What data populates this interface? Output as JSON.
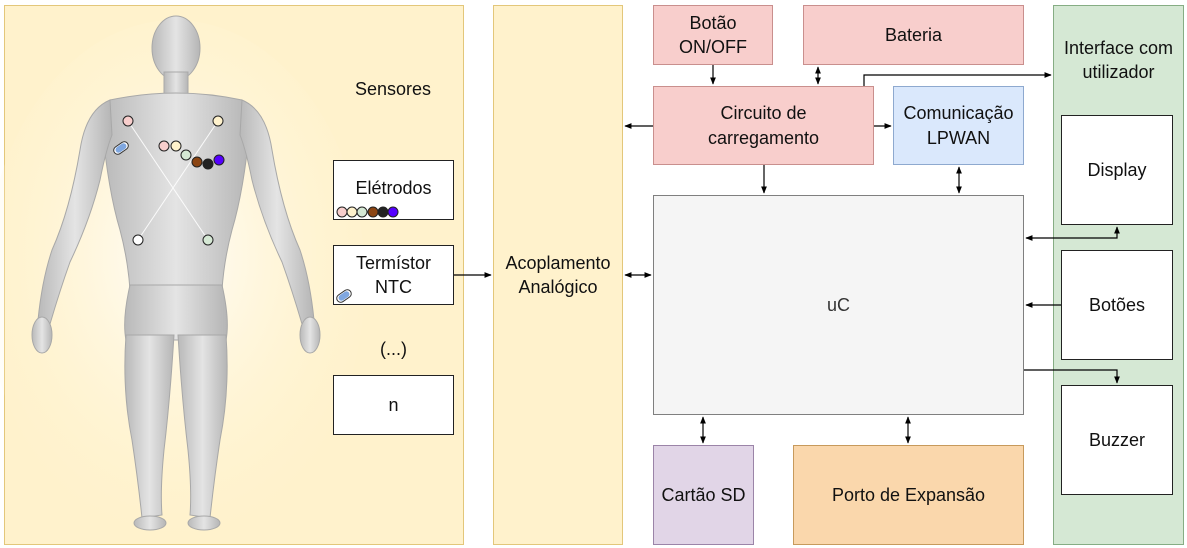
{
  "sensors_panel": {
    "title": "Sensores",
    "electrodes_label": "Elétrodos",
    "thermistor_label": "Termístor NTC",
    "ellipsis": "(...)",
    "n_label": "n"
  },
  "blocks": {
    "analog": "Acoplamento Analógico",
    "button_onoff": "Botão ON/OFF",
    "battery": "Bateria",
    "charging": "Circuito de carregamento",
    "comm": "Comunicação LPWAN",
    "uc": "uC",
    "sd": "Cartão SD",
    "expansion": "Porto de Expansão"
  },
  "user_interface": {
    "title": "Interface com utilizador",
    "display": "Display",
    "buttons": "Botões",
    "buzzer": "Buzzer"
  },
  "electrode_colors": [
    "#f8cecc",
    "#fff2cc",
    "#d5e8d4",
    "#8b4513",
    "#222222",
    "#5500ff"
  ],
  "colors": {
    "power": "#f8cecc",
    "comm": "#dae8fc",
    "uc": "#f5f5f5",
    "storage": "#e1d5e7",
    "expansion": "#fad7ac",
    "ui": "#d5e8d4",
    "sensors": "#fff2cc"
  }
}
